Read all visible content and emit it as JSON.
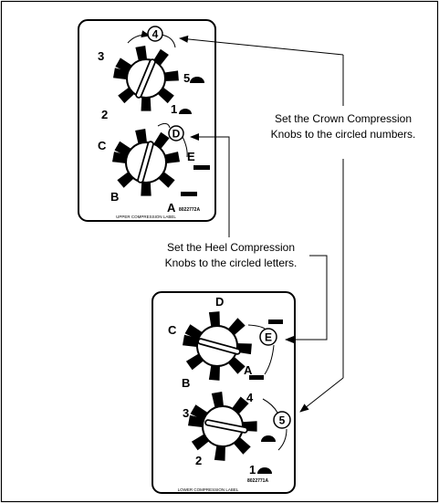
{
  "upper_label": {
    "crown_numbers": [
      "3",
      "2",
      "1",
      "5"
    ],
    "crown_selected": "4",
    "heel_letters": [
      "C",
      "B",
      "A",
      "E"
    ],
    "heel_selected": "D",
    "part_number": "8022772A",
    "label_name": "UPPER COMPRESSION LABEL"
  },
  "lower_label": {
    "heel_letters": [
      "D",
      "C",
      "B",
      "A"
    ],
    "heel_selected": "E",
    "crown_numbers": [
      "4",
      "3",
      "2",
      "1"
    ],
    "crown_selected": "5",
    "part_number": "8022771A",
    "label_name": "LOWER COMPRESSION LABEL"
  },
  "crown_caption": [
    "Set the Crown Compression",
    "Knobs to the circled numbers."
  ],
  "heel_caption": [
    "Set the Heel Compression",
    "Knobs to the circled letters."
  ]
}
